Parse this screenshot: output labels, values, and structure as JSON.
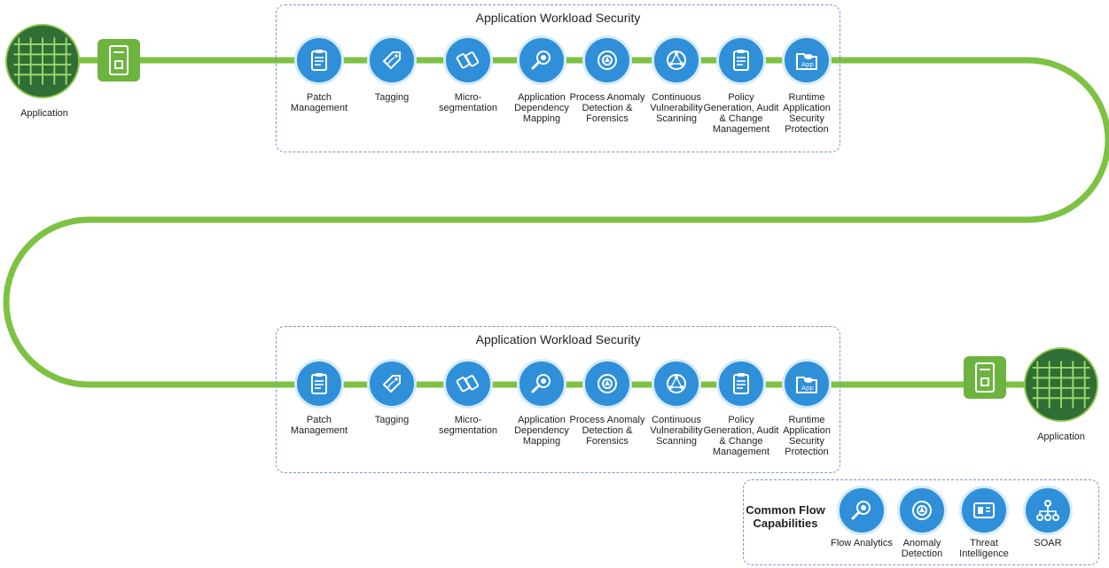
{
  "top_section": {
    "title": "Application Workload Security",
    "items": [
      {
        "label": "Patch Management",
        "icon": "clipboard-icon"
      },
      {
        "label": "Tagging",
        "icon": "tag-icon"
      },
      {
        "label": "Micro-segmentation",
        "icon": "segmentation-icon"
      },
      {
        "label": "Application Dependency Mapping",
        "icon": "magnifier-icon"
      },
      {
        "label": "Process Anomaly Detection & Forensics",
        "icon": "anomaly-icon"
      },
      {
        "label": "Continuous Vulnerability Scanning",
        "icon": "network-icon"
      },
      {
        "label": "Policy Generation, Audit & Change Management",
        "icon": "clipboard-icon"
      },
      {
        "label": "Runtime Application Security Protection",
        "icon": "app-folder-icon"
      }
    ]
  },
  "bottom_section": {
    "title": "Application Workload Security",
    "items": [
      {
        "label": "Patch Management",
        "icon": "clipboard-icon"
      },
      {
        "label": "Tagging",
        "icon": "tag-icon"
      },
      {
        "label": "Micro-segmentation",
        "icon": "segmentation-icon"
      },
      {
        "label": "Application Dependency Mapping",
        "icon": "magnifier-icon"
      },
      {
        "label": "Process Anomaly Detection & Forensics",
        "icon": "anomaly-icon"
      },
      {
        "label": "Continuous Vulnerability Scanning",
        "icon": "network-icon"
      },
      {
        "label": "Policy Generation, Audit & Change Management",
        "icon": "clipboard-icon"
      },
      {
        "label": "Runtime Application Security Protection",
        "icon": "app-folder-icon"
      }
    ]
  },
  "endpoints": {
    "left_label": "Application",
    "right_label": "Application",
    "icon_badge": "App"
  },
  "common_flow": {
    "title": "Common Flow Capabilities",
    "items": [
      {
        "label": "Flow Analytics",
        "icon": "magnifier-icon"
      },
      {
        "label": "Anomaly Detection",
        "icon": "anomaly-icon"
      },
      {
        "label": "Threat Intelligence",
        "icon": "dashboard-icon"
      },
      {
        "label": "SOAR",
        "icon": "hierarchy-icon"
      }
    ]
  },
  "colors": {
    "wire": "#7dc242",
    "node": "#2f8fd8",
    "node_ring": "#d6ebf9",
    "dashed_border": "#7f8fd6",
    "server": "#6db33f"
  }
}
